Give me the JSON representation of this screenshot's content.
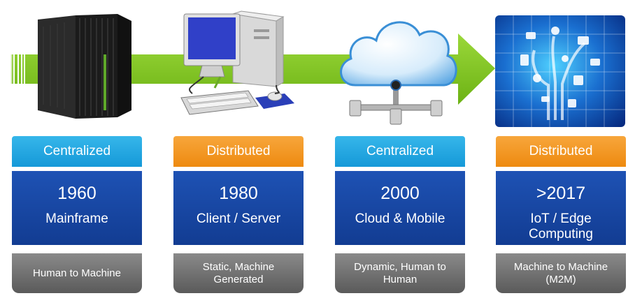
{
  "eras": [
    {
      "model": "Centralized",
      "model_type": "centralized",
      "year": "1960",
      "label": "Mainframe",
      "interaction": "Human to Machine",
      "illustration": "mainframe-icon"
    },
    {
      "model": "Distributed",
      "model_type": "distributed",
      "year": "1980",
      "label": "Client / Server",
      "interaction": "Static, Machine Generated",
      "illustration": "desktop-computer-icon"
    },
    {
      "model": "Centralized",
      "model_type": "centralized",
      "year": "2000",
      "label": "Cloud & Mobile",
      "interaction": "Dynamic, Human to Human",
      "illustration": "cloud-icon"
    },
    {
      "model": "Distributed",
      "model_type": "distributed",
      "year": ">2017",
      "label": "IoT / Edge Computing",
      "interaction": "Machine to Machine (M2M)",
      "illustration": "iot-devices-icon"
    }
  ],
  "colors": {
    "centralized": "#1aa3e0",
    "distributed": "#f39a1e",
    "main_panel": "#1a4aa8",
    "footer": "#6e6e6e",
    "arrow": "#7dc21e"
  }
}
